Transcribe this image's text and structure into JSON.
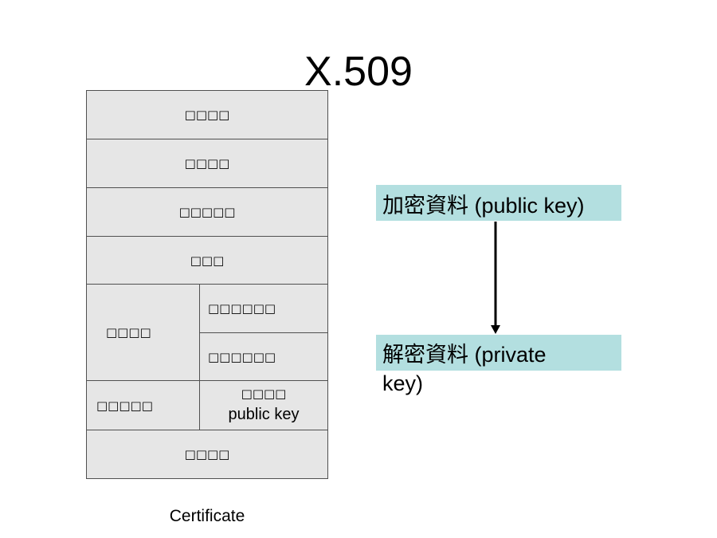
{
  "title": "X.509",
  "certificate": {
    "rows": [
      "□□□□",
      "□□□□",
      "□□□□□",
      "□□□"
    ],
    "split_group": {
      "left_label": "□□□□",
      "right_top": "□□□□□□",
      "right_bottom": "□□□□□□"
    },
    "key_row": {
      "left_label": "□□□□□",
      "right_label": "□□□□",
      "right_sub": "public key"
    },
    "last_row": "□□□□",
    "caption": "Certificate"
  },
  "flow": {
    "encrypt": {
      "cjk": "加密資料",
      "en": " (public key)"
    },
    "decrypt": {
      "cjk": "解密資料",
      "en": " (private",
      "en_line2": "key)"
    }
  },
  "colors": {
    "cell_bg": "#e6e6e6",
    "highlight_bg": "#b3dfe0"
  }
}
